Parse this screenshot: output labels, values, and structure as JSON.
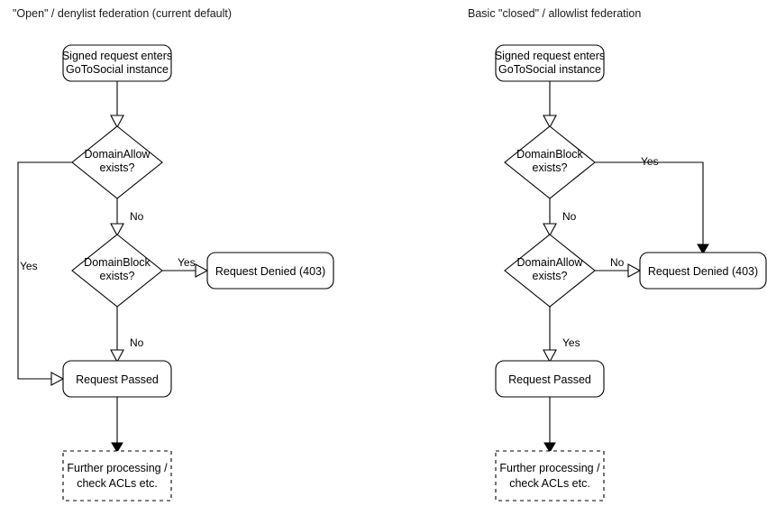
{
  "columns": [
    {
      "id": "open-denylist",
      "title": "\"Open\" / denylist federation (current default)",
      "nodes": {
        "start": "Signed request enters\nGoToSocial instance",
        "start_line1": "Signed request enters",
        "start_line2": "GoToSocial instance",
        "decision1_line1": "DomainAllow",
        "decision1_line2": "exists?",
        "decision2_line1": "DomainBlock",
        "decision2_line2": "exists?",
        "denied": "Request Denied (403)",
        "passed": "Request Passed",
        "further_line1": "Further processing /",
        "further_line2": "check ACLs etc."
      },
      "edge_labels": {
        "decision1_yes": "Yes",
        "decision1_no": "No",
        "decision2_yes": "Yes",
        "decision2_no": "No"
      }
    },
    {
      "id": "closed-allowlist",
      "title": "Basic \"closed\" / allowlist federation",
      "nodes": {
        "start": "Signed request enters\nGoToSocial instance",
        "start_line1": "Signed request enters",
        "start_line2": "GoToSocial instance",
        "decision1_line1": "DomainBlock",
        "decision1_line2": "exists?",
        "decision2_line1": "DomainAllow",
        "decision2_line2": "exists?",
        "denied": "Request Denied (403)",
        "passed": "Request Passed",
        "further_line1": "Further processing /",
        "further_line2": "check ACLs etc."
      },
      "edge_labels": {
        "decision1_yes": "Yes",
        "decision1_no": "No",
        "decision2_no": "No",
        "decision2_yes": "Yes"
      }
    }
  ],
  "style": {
    "stroke_color": "#000000",
    "fill_color": "#ffffff",
    "text_color": "#000000",
    "background": "#ffffff"
  }
}
